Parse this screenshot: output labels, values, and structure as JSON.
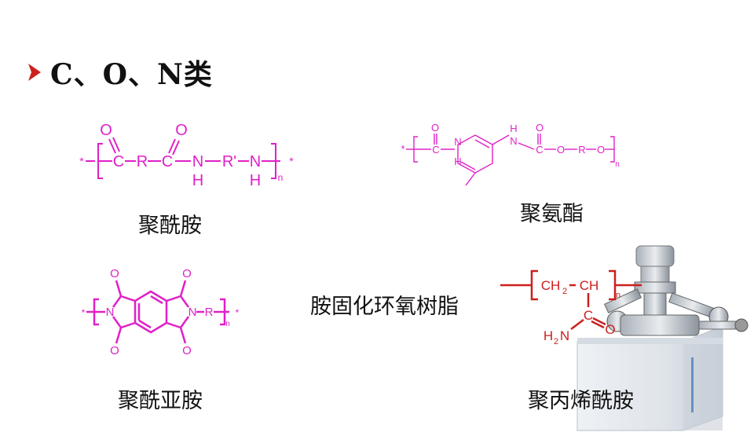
{
  "slide": {
    "heading": "C、O、N类",
    "bullet_icon": "arrow-right-icon",
    "accent_color": "#cc1f1f",
    "structure_color": "#e020c8"
  },
  "structures": {
    "polyamide": {
      "caption": "聚酰胺",
      "labels": {
        "star": "*",
        "o1": "O",
        "o2": "O",
        "c1": "C",
        "r": "R",
        "c2": "C",
        "n1": "N",
        "h1": "H",
        "r2": "R'",
        "n2": "N",
        "h2": "H",
        "n": "n"
      }
    },
    "polyurethane": {
      "caption": "聚氨酯",
      "labels": {
        "star": "*",
        "o1": "O",
        "c1": "C",
        "n1": "N",
        "h1": "H",
        "h2": "H",
        "n2": "N",
        "o2": "O",
        "c2": "C",
        "o3": "O",
        "r": "R",
        "o4": "O",
        "n": "n"
      }
    },
    "polyimide": {
      "caption": "聚酰亚胺",
      "labels": {
        "star": "*",
        "n1": "N",
        "o1": "O",
        "o2": "O",
        "o3": "O",
        "o4": "O",
        "n2": "N",
        "r": "R",
        "n": "n"
      }
    },
    "polyacrylamide": {
      "caption": "聚丙烯酰胺",
      "labels": {
        "ch2": "CH",
        "sub2": "2",
        "ch": "CH",
        "n": "n",
        "c": "C",
        "o": "O",
        "h": "H",
        "sub2b": "2",
        "nh": "N"
      }
    }
  },
  "center_caption": "胺固化环氧树脂"
}
